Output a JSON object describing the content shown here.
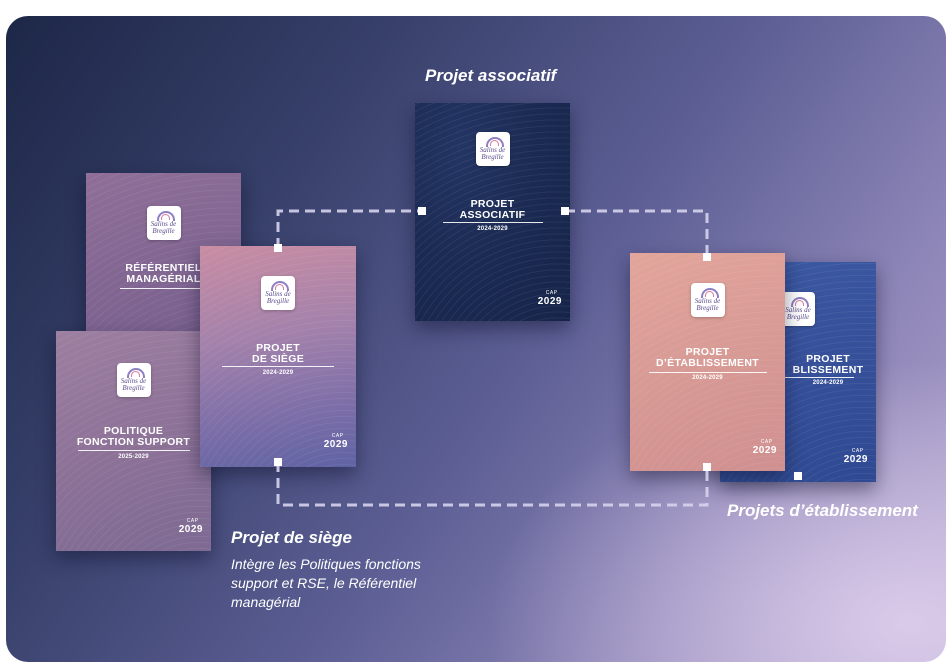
{
  "labels": {
    "associatif": "Projet associatif",
    "siege": "Projet de siège",
    "siege_description": "Intègre les Politiques fonctions support et RSE, le Référentiel managérial",
    "etablissement": "Projets d’établissement"
  },
  "logo_text": "Salins de Bregille",
  "cap_small": "CAP",
  "cap_text": "2029",
  "books": {
    "referentiel": {
      "title": "RÉFÉRENTIEL\nMANAGÉRIAL",
      "years": ""
    },
    "politique": {
      "title": "POLITIQUE\nFONCTION SUPPORT",
      "years": "2025-2029"
    },
    "siege": {
      "title": "PROJET\nDE SIÈGE",
      "years": "2024-2029"
    },
    "associatif": {
      "title": "PROJET\nASSOCIATIF",
      "years": "2024-2029"
    },
    "etablissement_front": {
      "title": "PROJET\nD’ÉTABLISSEMENT",
      "years": "2024-2029"
    },
    "etablissement_back": {
      "title": "PROJET\nBLISSEMENT",
      "years": "2024-2029"
    }
  },
  "colors": {
    "connector": "#d6d3ec",
    "panel_dark": "#1d2747",
    "panel_light": "#b3a6cf"
  }
}
